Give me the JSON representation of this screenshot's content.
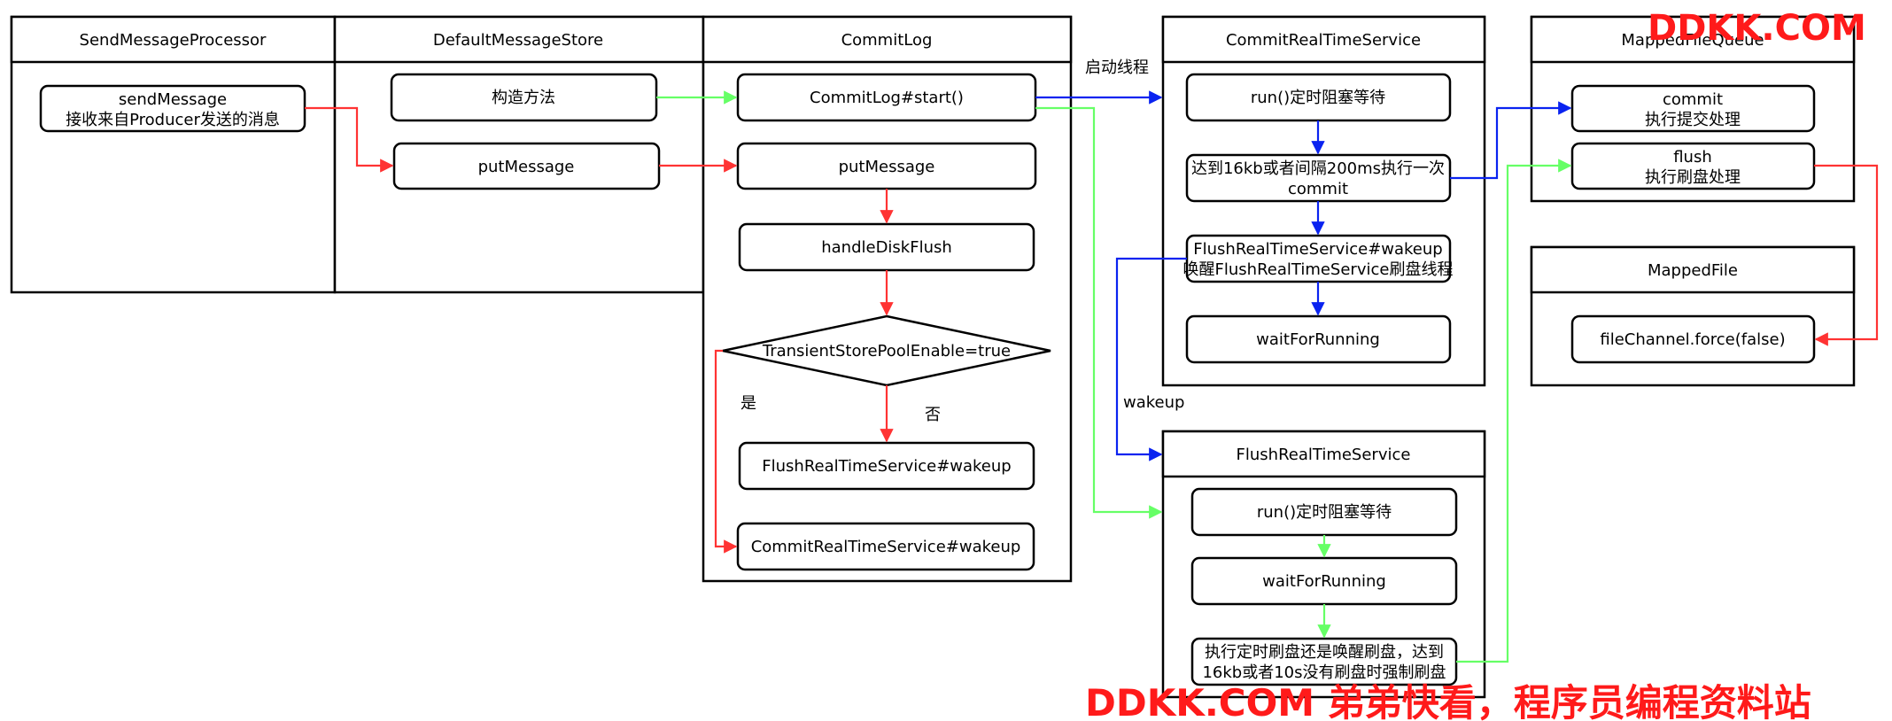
{
  "lanes": {
    "send_message_processor": "SendMessageProcessor",
    "default_message_store": "DefaultMessageStore",
    "commit_log": "CommitLog",
    "commit_real_time_service": "CommitRealTimeService",
    "flush_real_time_service": "FlushRealTimeService",
    "mapped_file_queue": "MappedFileQueue",
    "mapped_file": "MappedFile"
  },
  "nodes": {
    "send_message": [
      "sendMessage",
      "接收来自Producer发送的消息"
    ],
    "constructor": [
      "构造方法"
    ],
    "store_put_message": [
      "putMessage"
    ],
    "commitlog_start": [
      "CommitLog#start()"
    ],
    "commitlog_put_message": [
      "putMessage"
    ],
    "handle_disk_flush": [
      "handleDiskFlush"
    ],
    "transient_decision": [
      "TransientStorePoolEnable=true"
    ],
    "flush_wakeup_call": [
      "FlushRealTimeService#wakeup"
    ],
    "commit_wakeup_call": [
      "CommitRealTimeService#wakeup"
    ],
    "commit_run": [
      "run()定时阻塞等待"
    ],
    "commit_condition": [
      "达到16kb或者间隔200ms执行一次",
      "commit"
    ],
    "commit_wake_flush": [
      "FlushRealTimeService#wakeup",
      "唤醒FlushRealTimeService刷盘线程"
    ],
    "commit_wait": [
      "waitForRunning"
    ],
    "flush_run": [
      "run()定时阻塞等待"
    ],
    "flush_wait": [
      "waitForRunning"
    ],
    "flush_exec": [
      "执行定时刷盘还是唤醒刷盘，达到",
      "16kb或者10s没有刷盘时强制刷盘"
    ],
    "mfq_commit": [
      "commit",
      "执行提交处理"
    ],
    "mfq_flush": [
      "flush",
      "执行刷盘处理"
    ],
    "file_channel_force": [
      "fileChannel.force(false)"
    ]
  },
  "edge_labels": {
    "start_thread": "启动线程",
    "wakeup": "wakeup",
    "yes": "是",
    "no": "否"
  },
  "colors": {
    "red_flow": "#ff3333",
    "green_flow": "#66ff66",
    "blue_flow": "#0a23f0",
    "watermark": "#ff1a1a"
  },
  "watermark": {
    "top": "DDKK.COM",
    "bottom": "DDKK.COM 弟弟快看，程序员编程资料站"
  }
}
